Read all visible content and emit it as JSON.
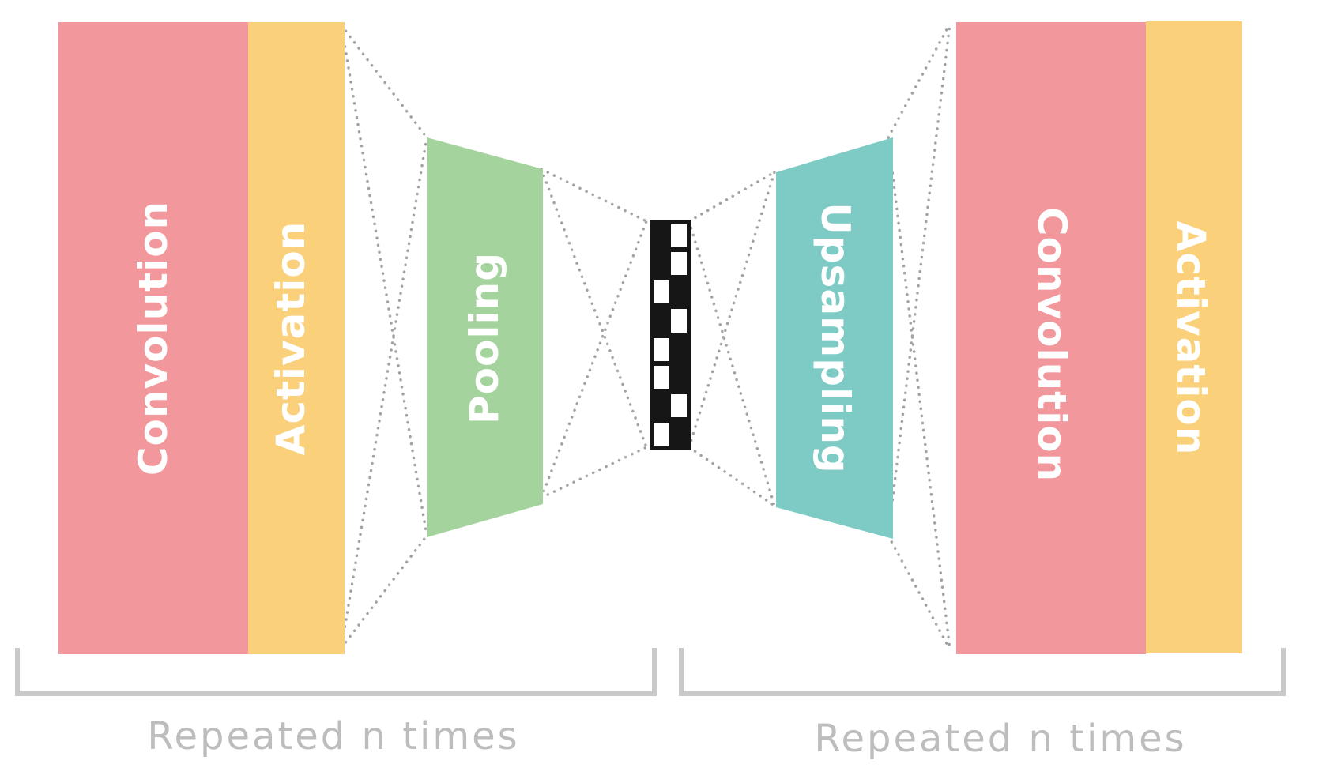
{
  "encoder": {
    "convolution_label": "Convolution",
    "activation_label": "Activation",
    "pooling_label": "Pooling",
    "caption": "Repeated n times"
  },
  "decoder": {
    "upsampling_label": "Upsampling",
    "convolution_label": "Convolution",
    "activation_label": "Activation",
    "caption": "Repeated n times"
  },
  "colors": {
    "convolution": "#f2979b",
    "activation": "#fad07a",
    "pooling": "#a5d39e",
    "upsampling": "#7ecbc6",
    "connector": "#a3a3a3",
    "bracket": "#c9c9c9",
    "caption": "#bdbdbd"
  }
}
